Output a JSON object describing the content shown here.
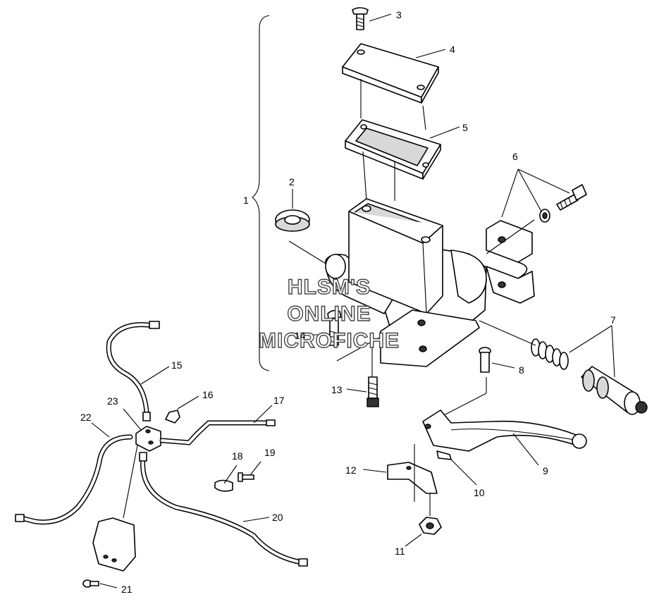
{
  "watermark": {
    "line1": "HLSM'S",
    "line2": "ONLINE",
    "line3": "MICROFICHE"
  },
  "callouts": {
    "c1": "1",
    "c2": "2",
    "c3": "3",
    "c4": "4",
    "c5": "5",
    "c6": "6",
    "c7": "7",
    "c8": "8",
    "c9": "9",
    "c10": "10",
    "c11": "11",
    "c12": "12",
    "c13": "13",
    "c14": "14",
    "c15": "15",
    "c16": "16",
    "c17": "17",
    "c18": "18",
    "c19": "19",
    "c20": "20",
    "c21": "21",
    "c22": "22",
    "c23": "23"
  }
}
